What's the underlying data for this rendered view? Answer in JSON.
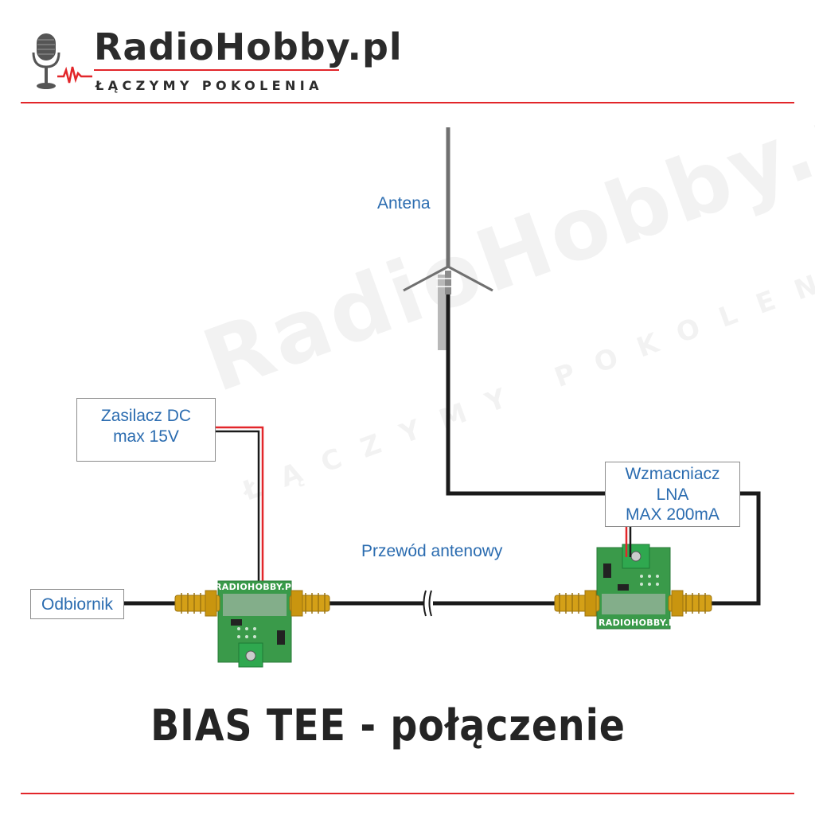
{
  "header": {
    "logo_title": "RadioHobby.pl",
    "logo_tagline": "ŁĄCZYMY POKOLENIA"
  },
  "diagram": {
    "antenna_label": "Antena",
    "power_supply_lines": [
      "Zasilacz DC",
      "max 15V"
    ],
    "lna_lines": [
      "Wzmacniacz",
      "LNA",
      "MAX 200mA"
    ],
    "cable_label": "Przewód antenowy",
    "receiver_label": "Odbiornik",
    "pcb_left_label": "RADIOHOBBY.PL",
    "pcb_right_label": "RADIOHOBBY.PL"
  },
  "watermark": {
    "title": "RadioHobby.pl",
    "tagline": "ŁĄCZYMY POKOLENIA"
  },
  "footer": {
    "title": "BIAS TEE - połączenie"
  },
  "colors": {
    "accent_red": "#e2262a",
    "label_blue": "#2b6cb0",
    "pcb_green": "#3a9a4a",
    "sma_gold": "#d4a017"
  }
}
